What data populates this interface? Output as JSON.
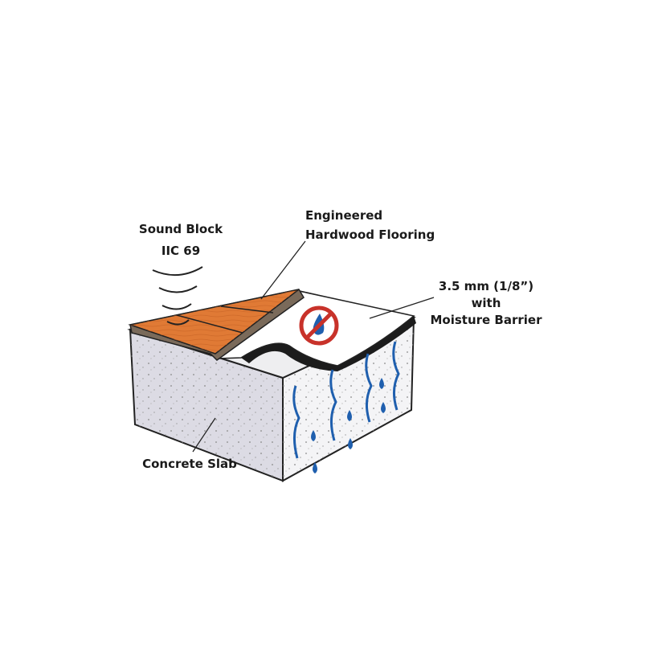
{
  "labels": {
    "sound_block": "Sound Block",
    "iic": "IIC 69",
    "flooring_line1": "Engineered",
    "flooring_line2": "Hardwood Flooring",
    "underlay_line1": "3.5 mm (1/8”)",
    "underlay_line2": "with",
    "underlay_line3": "Moisture Barrier",
    "slab": "Concrete Slab"
  },
  "icons": [
    "sound-wave-icon",
    "no-water-icon",
    "moisture-arrow-icon",
    "water-drop-icon"
  ],
  "colors": {
    "wood": "#e07a35",
    "concrete": "#e4e3ea",
    "water": "#1f5fae",
    "prohibit": "#c8322a",
    "membrane": "#1c1c1c"
  }
}
